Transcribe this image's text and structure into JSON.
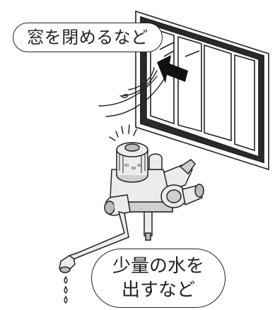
{
  "callouts": {
    "top": "窓を閉めるなど",
    "bottom_line1": "少量の水を",
    "bottom_line2": "出すなど"
  },
  "faucet": {
    "dial_labels": [
      "50",
      "60",
      "40"
    ]
  },
  "colors": {
    "line": "#222222",
    "faucet_fill": "#ececec",
    "shadow_fill": "#bdbdbd",
    "arrow": "#111111"
  }
}
